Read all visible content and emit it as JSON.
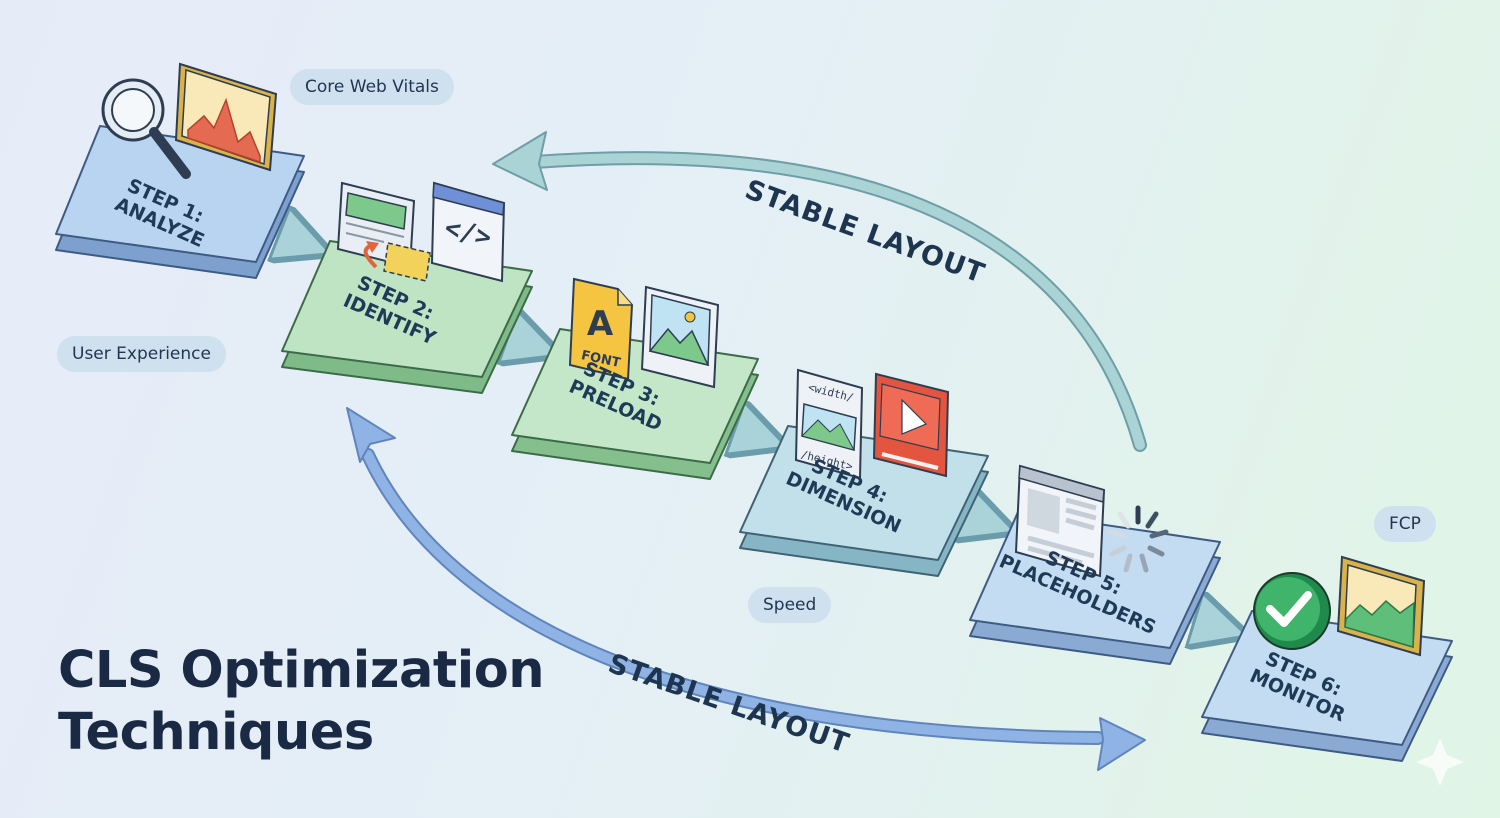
{
  "title": {
    "line1": "CLS Optimization",
    "line2": "Techniques"
  },
  "tags": {
    "core_web_vitals": "Core Web Vitals",
    "user_experience": "User Experience",
    "speed": "Speed",
    "fcp": "FCP"
  },
  "arcs": {
    "top_label": "STABLE LAYOUT",
    "bottom_label": "STABLE LAYOUT"
  },
  "steps": [
    {
      "line1": "STEP 1:",
      "line2": "ANALYZE",
      "color": "#b9d4f1",
      "icons": [
        "magnifier-icon",
        "chart-window-icon"
      ]
    },
    {
      "line1": "STEP 2:",
      "line2": "IDENTIFY",
      "color": "#bfe4c3",
      "icons": [
        "layout-shift-icon",
        "code-window-icon"
      ]
    },
    {
      "line1": "STEP 3:",
      "line2": "PRELOAD",
      "color": "#c3e7c8",
      "icons": [
        "font-file-icon",
        "image-frame-icon"
      ]
    },
    {
      "line1": "STEP 4:",
      "line2": "DIMENSION",
      "color": "#c2e0ea",
      "icons": [
        "sized-image-icon",
        "video-player-icon"
      ]
    },
    {
      "line1": "STEP 5:",
      "line2": "PLACEHOLDERS",
      "color": "#c3dcf1",
      "icons": [
        "skeleton-window-icon",
        "loading-spinner-icon"
      ]
    },
    {
      "line1": "STEP 6:",
      "line2": "MONITOR",
      "color": "#c3dcf1",
      "icons": [
        "check-circle-icon",
        "area-chart-icon"
      ]
    }
  ],
  "icon_text": {
    "font_letter": "A",
    "font_label": "FONT",
    "width_label": "<width/",
    "height_label": "/height>",
    "code_glyph": "</>"
  },
  "colors": {
    "title": "#1b2a44",
    "tag_bg": "#cfe0ef",
    "arc_top": "#9ec9cc",
    "arc_bottom": "#86ade0",
    "flow_arrow": "#a9d2d9"
  }
}
